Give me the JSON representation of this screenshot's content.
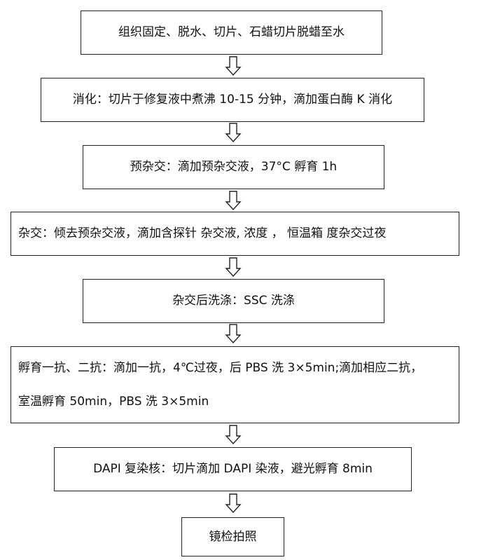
{
  "steps": {
    "s1": "组织固定、脱水、切片、石蜡切片脱蜡至水",
    "s2": "消化：切片于修复液中煮沸 10-15 分钟，滴加蛋白酶 K 消化",
    "s3": "预杂交：滴加预杂交液，37°C 孵育 1h",
    "s4": "杂交：倾去预杂交液，滴加含探针 杂交液, 浓度 ， 恒温箱 度杂交过夜",
    "s5": "杂交后洗涤：SSC 洗涤",
    "s6_line1": "孵育一抗、二抗：滴加一抗，4℃过夜，后 PBS 洗 3×5min;滴加相应二抗，",
    "s6_line2": "室温孵育 50min，PBS 洗 3×5min",
    "s7": "DAPI 复染核：切片滴加 DAPI 染液，避光孵育 8min",
    "s8": "镜检拍照"
  },
  "colors": {
    "border": "#222222",
    "text": "#111111",
    "background": "#ffffff"
  },
  "icons": {
    "connector": "hollow-down-arrow-icon"
  }
}
